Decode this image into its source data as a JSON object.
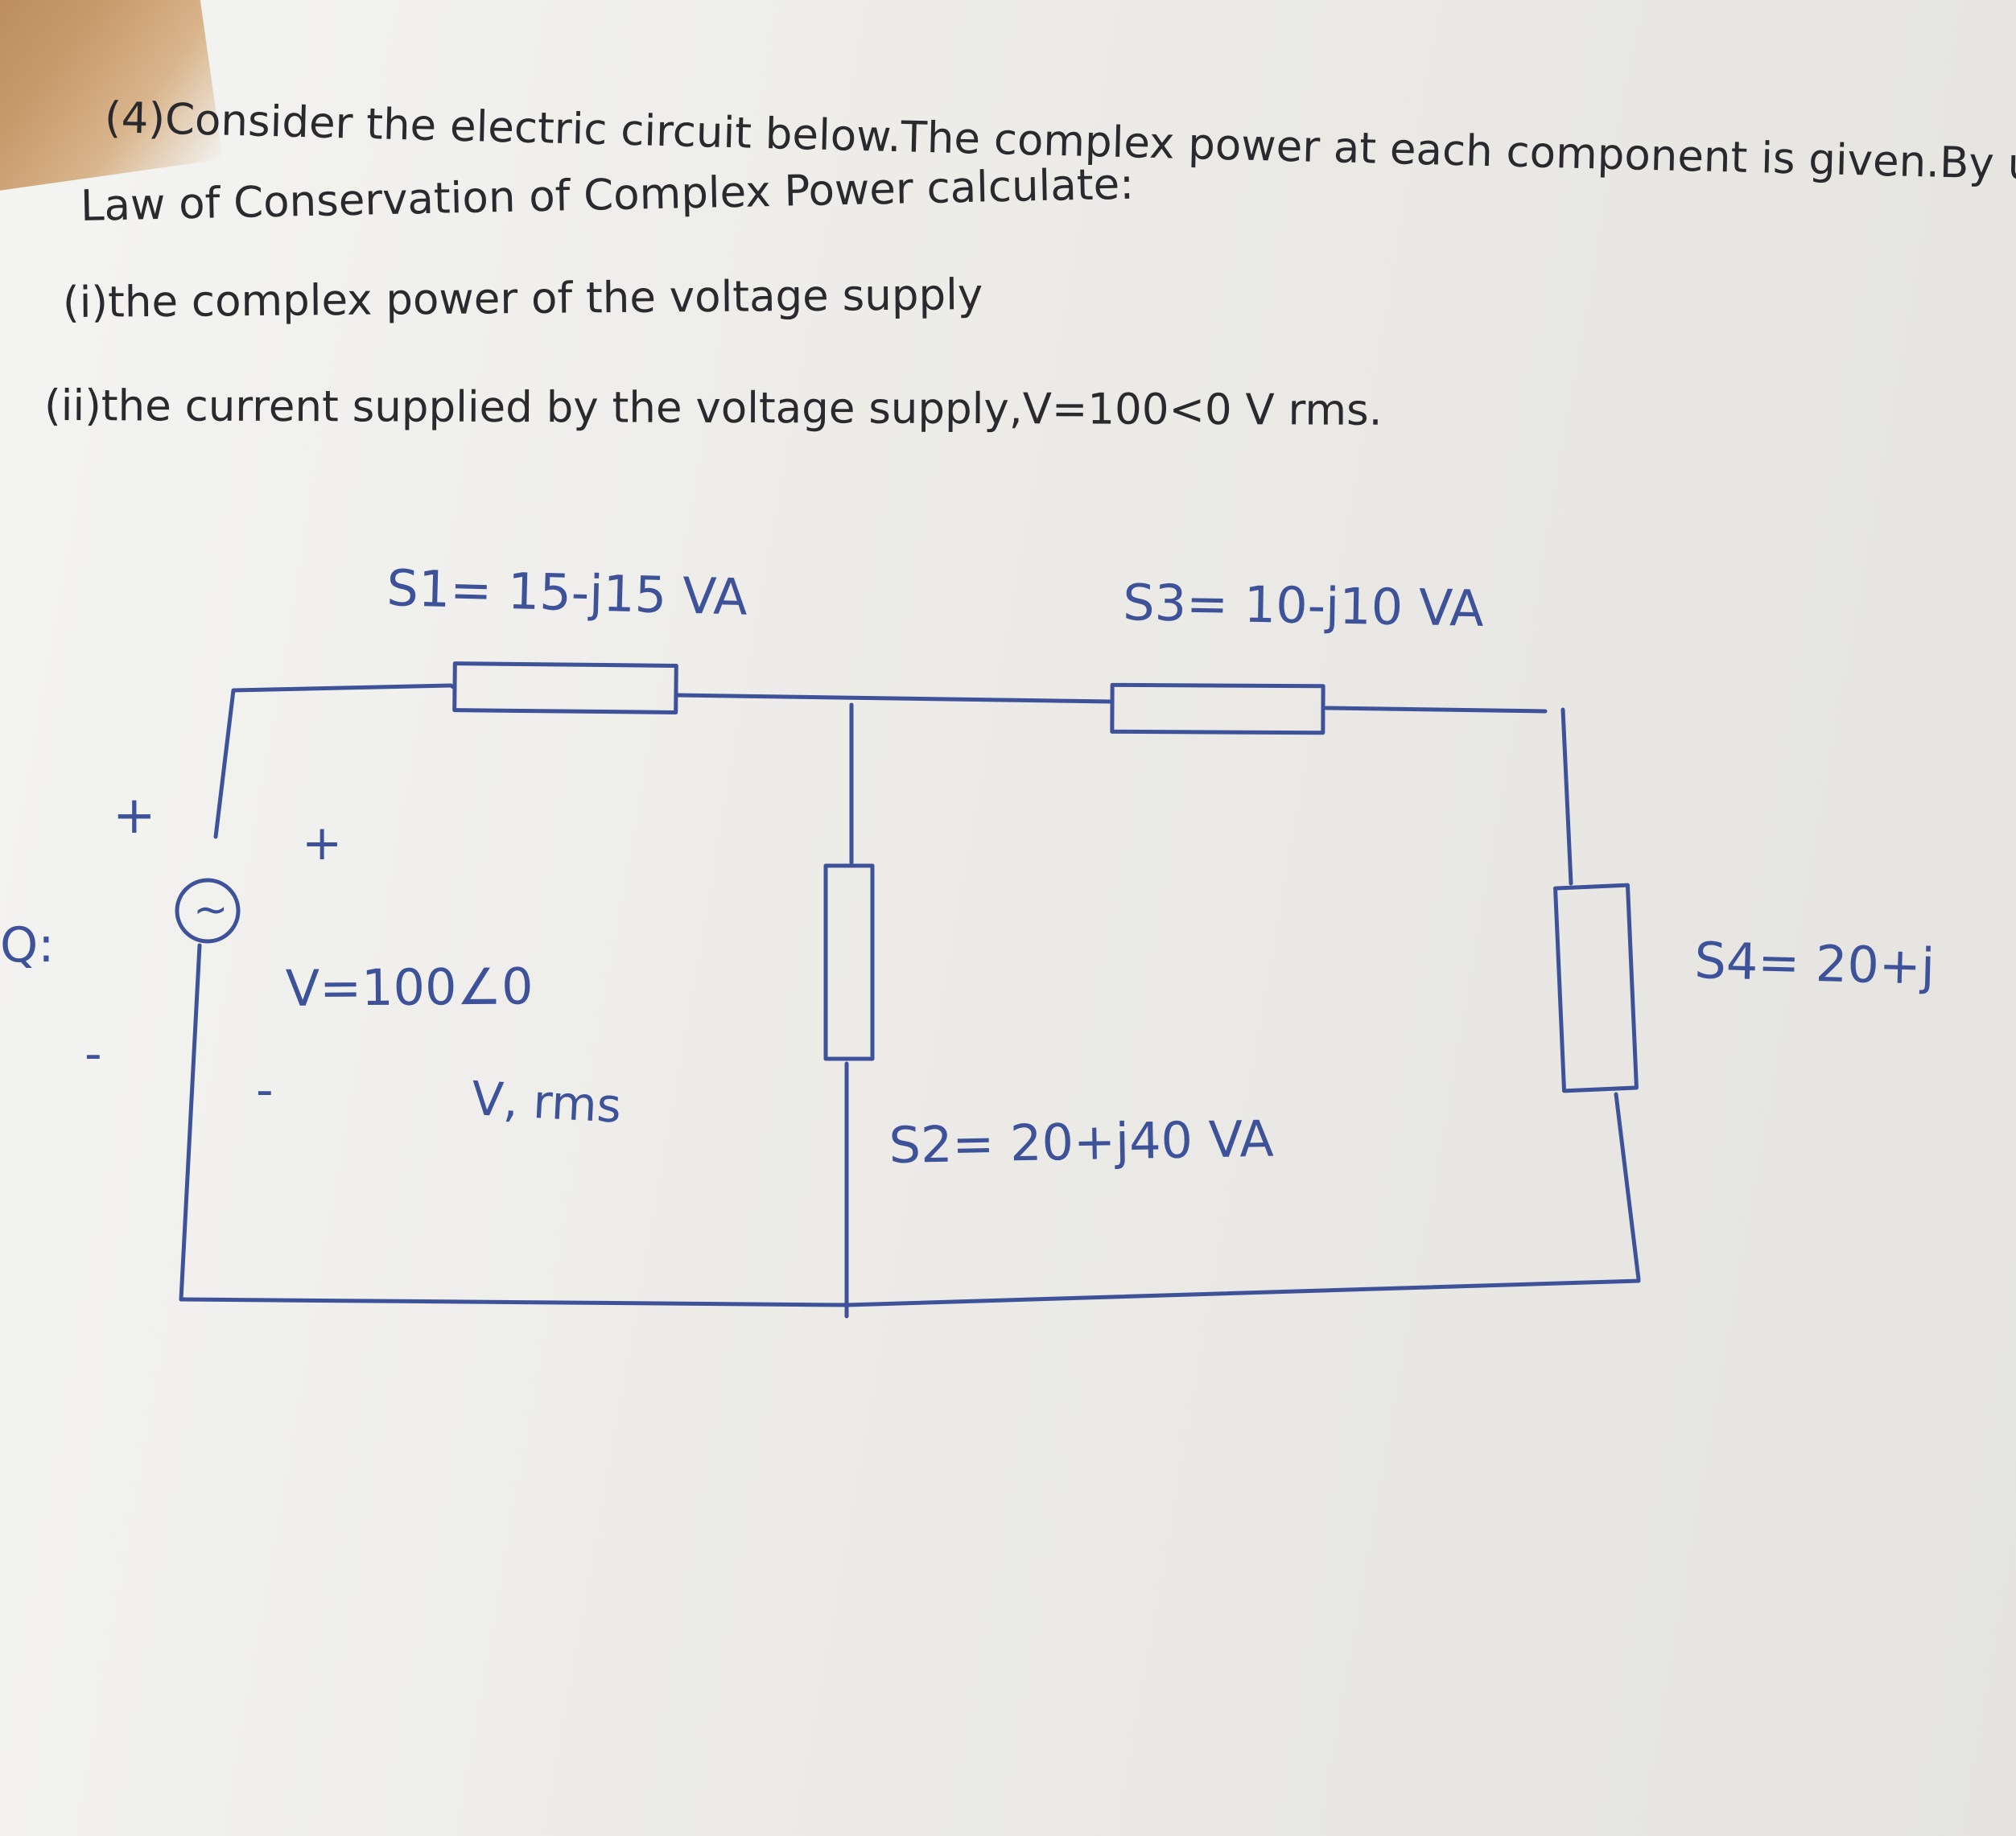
{
  "problem": {
    "intro": "(4)Consider the electric circuit below.The complex power at each component is given.By using",
    "law_line": "Law of Conservation of Complex Power calculate:",
    "part_i": "(i)the complex power of the voltage supply",
    "part_ii": "(ii)the current supplied by the voltage supply,V=100<0 V rms."
  },
  "circuit": {
    "s1_label": "S1= 15-j15 VA",
    "s2_label": "S2= 20+j40 VA",
    "s3_label": "S3= 10-j10 VA",
    "s4_label": "S4= 20+j",
    "source_voltage": "V=100∠0",
    "source_unit": "V, rms",
    "plus_sign": "+",
    "minus_sign": "-",
    "source_symbol": "~",
    "margin_mark": "Q:"
  },
  "colors": {
    "ink_print": "#2a2a2e",
    "ink_pen": "#3e5299",
    "paper": "#f1f0ed"
  }
}
